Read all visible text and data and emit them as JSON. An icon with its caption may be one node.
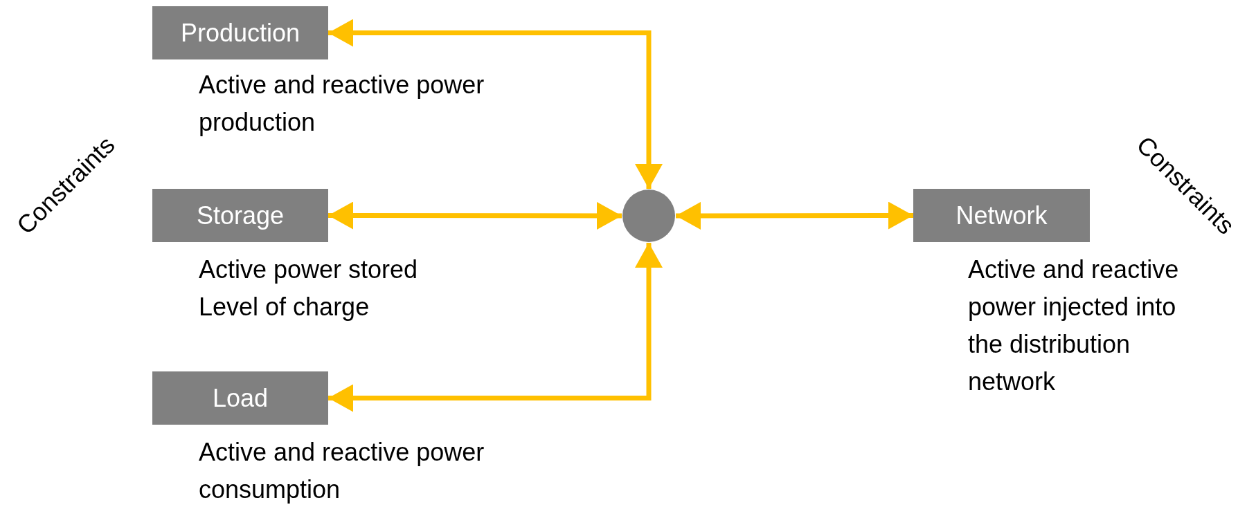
{
  "diagram": {
    "nodes": [
      {
        "text": [
          "Production"
        ],
        "beside": [
          "Active and reactive power production"
        ]
      },
      {
        "text": [
          "Storage"
        ],
        "beside": [
          "Active power stored",
          "Level of charge"
        ]
      },
      {
        "text": [
          "Load"
        ],
        "beside": [
          "Active and reactive power consumption"
        ]
      },
      {
        "text": [],
        "shape": "circle"
      },
      {
        "text": [
          "Network"
        ],
        "beside": [
          "Active and reactive power injected into the distribution network"
        ]
      }
    ],
    "edges": [
      {
        "from": 3,
        "to": 0,
        "arrow": "both"
      },
      {
        "from": 3,
        "to": 1,
        "arrow": "both"
      },
      {
        "from": 3,
        "to": 2,
        "arrow": "both"
      },
      {
        "from": 3,
        "to": 4,
        "arrow": "both"
      }
    ],
    "labels": [
      "Constraints",
      "Constraints"
    ]
  }
}
